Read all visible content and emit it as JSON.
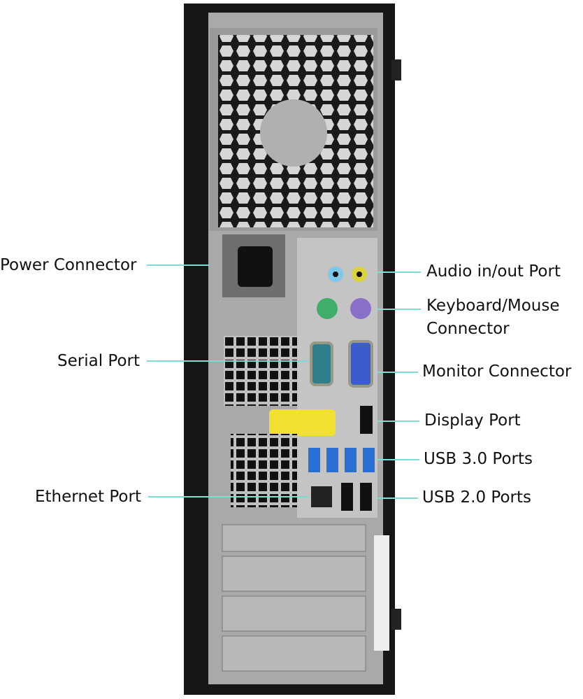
{
  "labels_left": [
    {
      "id": "power-connector",
      "text": "Power Connector"
    },
    {
      "id": "serial-port",
      "text": "Serial Port"
    },
    {
      "id": "ethernet-port",
      "text": "Ethernet Port"
    }
  ],
  "labels_right": [
    {
      "id": "audio-port",
      "text": "Audio in/out Port"
    },
    {
      "id": "keyboard-mouse-connector",
      "text": "Keyboard/Mouse",
      "text2": "Connector"
    },
    {
      "id": "monitor-connector",
      "text": "Monitor Connector"
    },
    {
      "id": "display-port",
      "text": "Display Port"
    },
    {
      "id": "usb3-ports",
      "text": "USB 3.0 Ports"
    },
    {
      "id": "usb2-ports",
      "text": "USB 2.0 Ports"
    }
  ],
  "colors": {
    "leader_line": "#7fdcd4",
    "audio_in": "#7cc8e6",
    "audio_out": "#d8d43a",
    "keyboard": "#3fae6b",
    "mouse": "#8a6fc8",
    "serial": "#2f7f8a",
    "vga": "#3d5ccc",
    "usb3": "#2a6fd6",
    "label_sticker": "#f2e130"
  }
}
